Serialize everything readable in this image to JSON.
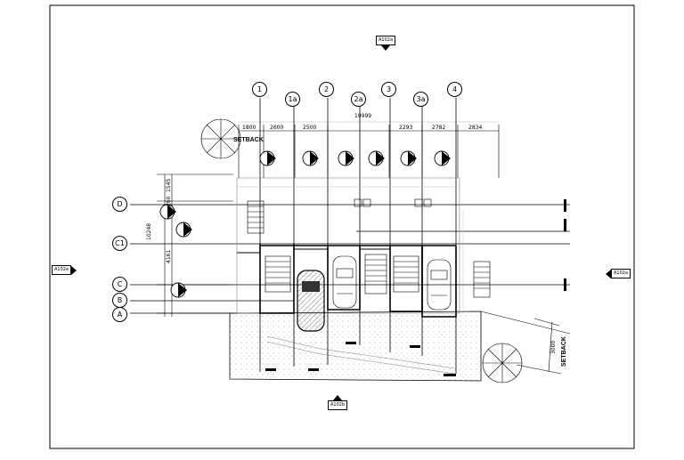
{
  "grid_columns": [
    {
      "id": "col-1",
      "label": "1"
    },
    {
      "id": "col-1a",
      "label": "1a"
    },
    {
      "id": "col-2",
      "label": "2"
    },
    {
      "id": "col-2a",
      "label": "2a"
    },
    {
      "id": "col-3",
      "label": "3"
    },
    {
      "id": "col-3a",
      "label": "3a"
    },
    {
      "id": "col-4",
      "label": "4"
    }
  ],
  "grid_rows": [
    {
      "id": "row-d",
      "label": "D"
    },
    {
      "id": "row-c1",
      "label": "C1"
    },
    {
      "id": "row-c",
      "label": "C"
    },
    {
      "id": "row-b",
      "label": "B"
    },
    {
      "id": "row-a",
      "label": "A"
    }
  ],
  "overall_dimension": "19999",
  "column_dimensions": [
    "1800",
    "2600",
    "2500",
    "2293",
    "2782",
    "2834"
  ],
  "row_dimensions": {
    "overall": "10248",
    "upper": "1545",
    "middle": "4161",
    "small": "260"
  },
  "setback_labels": {
    "top": "SETBACK",
    "right": "SETBACK",
    "right_dim": "3000"
  },
  "section_markers": {
    "top": "A102a",
    "bottom": "A102b",
    "left": "A102e",
    "right": "A102a"
  },
  "colors": {
    "line": "#000000",
    "hatch": "#888888",
    "background": "#ffffff"
  }
}
